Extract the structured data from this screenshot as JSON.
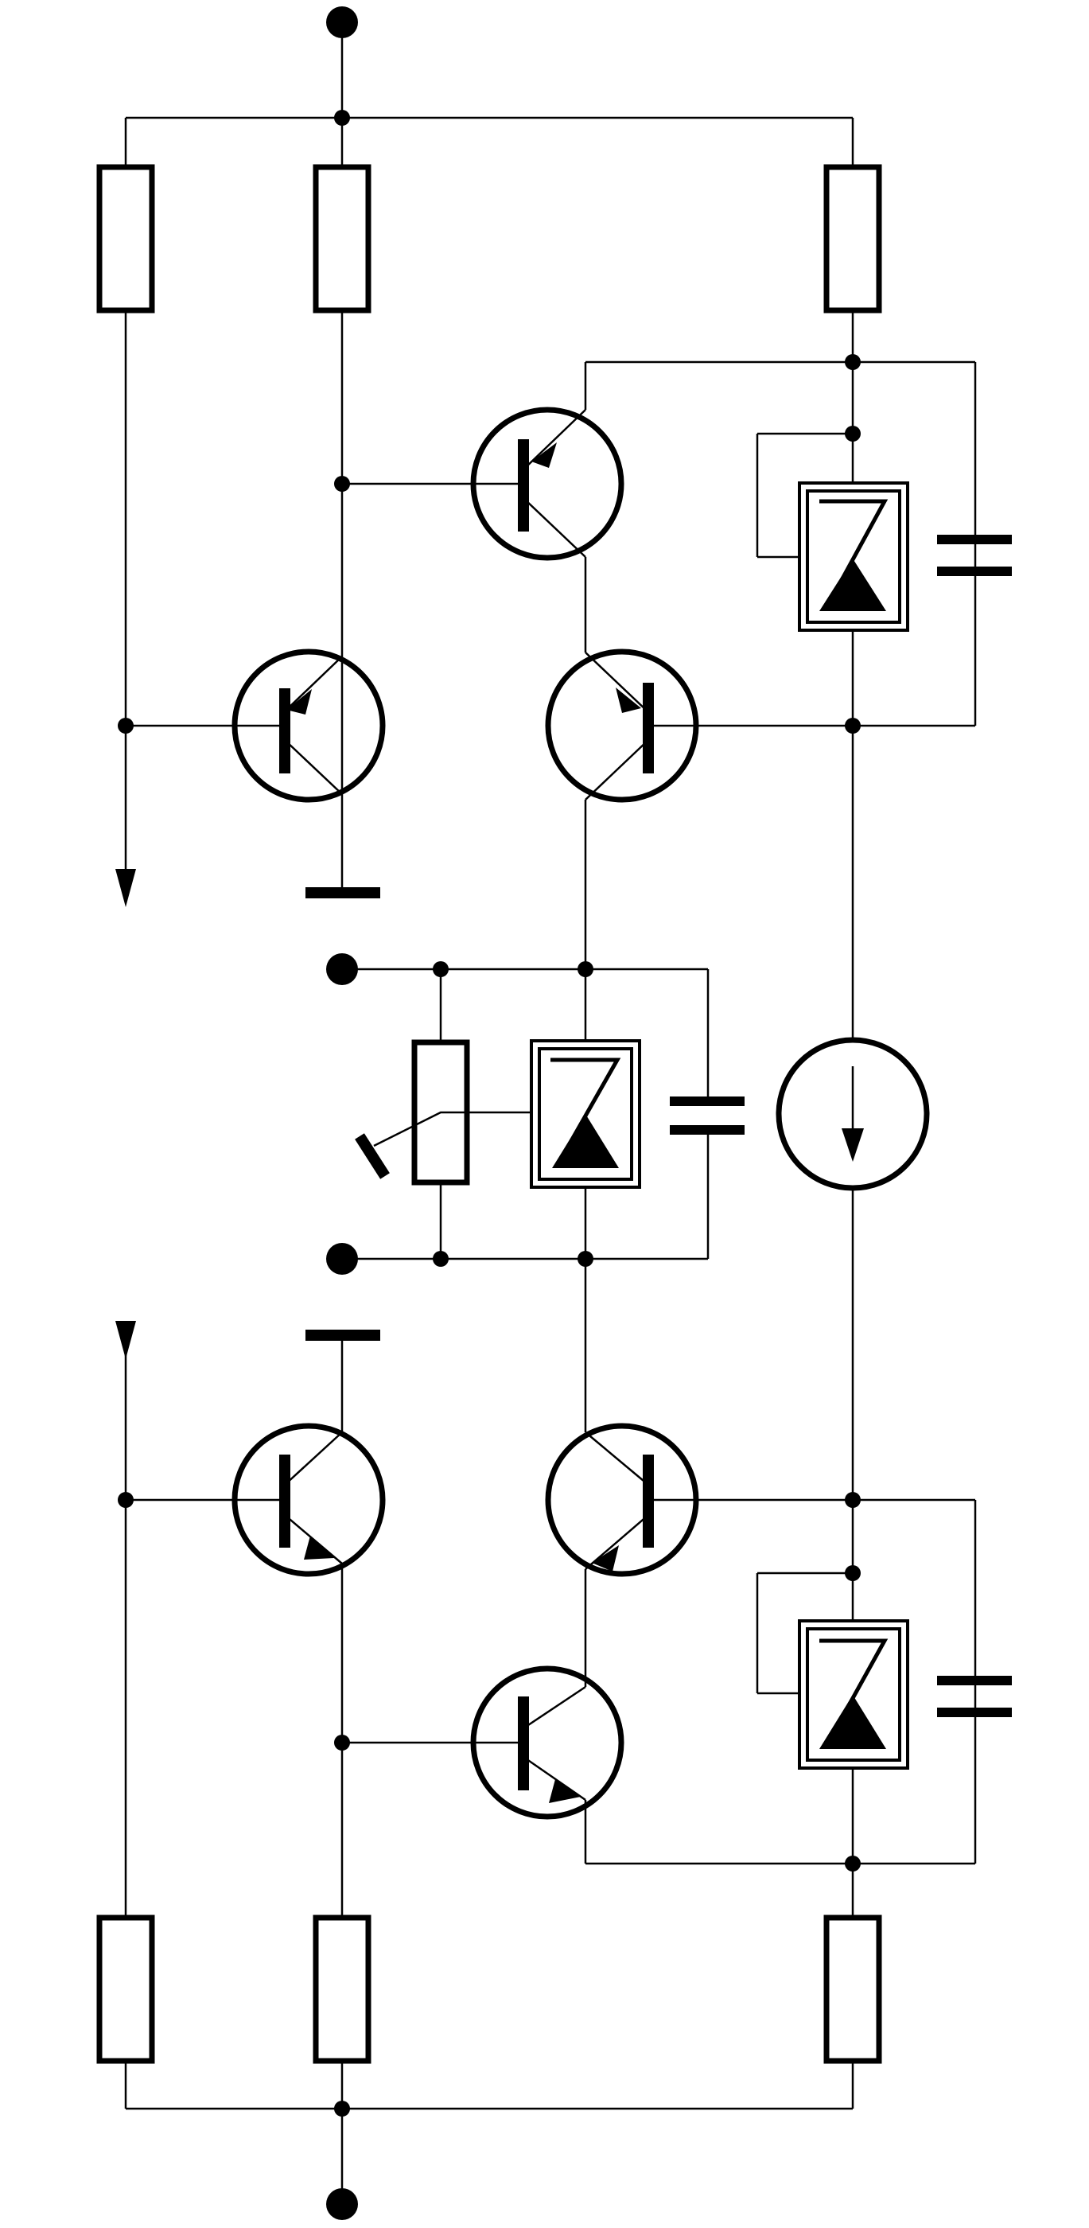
{
  "diagram": {
    "type": "circuit-schematic",
    "ink_color": "#000000",
    "background_color": "#ffffff",
    "components": {
      "resistors": 7,
      "npn_transistors": 3,
      "pnp_transistors": 3,
      "zener_diodes": 3,
      "capacitors": 3,
      "current_sources": 1,
      "potentiometer_wiper": 1,
      "terminals": 4,
      "ground_bars": 2,
      "arrows": 2
    },
    "labels": []
  }
}
